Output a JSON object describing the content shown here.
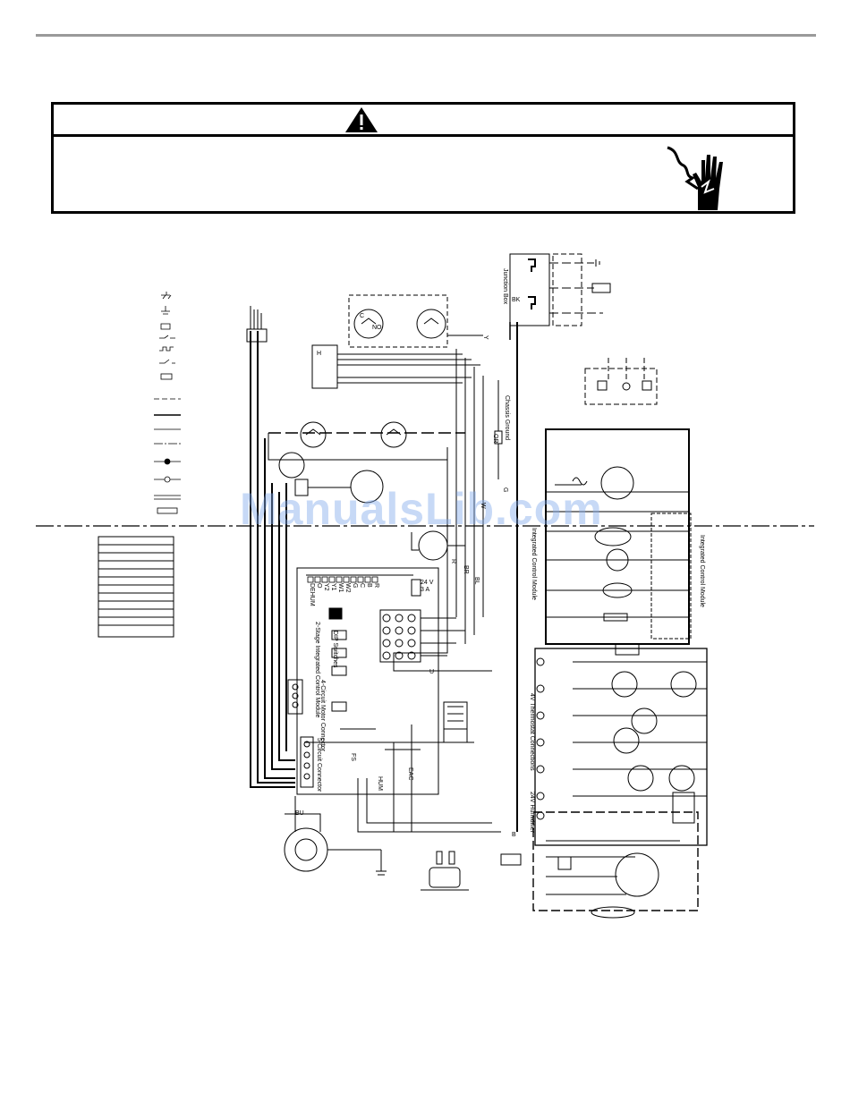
{
  "page": {
    "watermark": "ManualsLib.com"
  },
  "warning": {
    "icon": "warning-triangle-icon",
    "shock_icon": "electric-shock-hand-icon"
  },
  "labels": {
    "junction_box": "Junction Box",
    "bk": "BK",
    "chassis_ground": "Chassis Ground",
    "g": "G",
    "w": "W",
    "y": "Y",
    "r": "R",
    "br": "BR",
    "bl": "BL",
    "or": "OR",
    "c": "C",
    "no": "NO",
    "h": "H",
    "u": "U",
    "bu": "BU",
    "b": "B",
    "fs": "FS",
    "eac": "EAC",
    "hum": "HUM",
    "volt": "24 V",
    "amp": "3 A",
    "terminals": [
      "DEHUM",
      "O",
      "Y2",
      "Y1",
      "W1",
      "W2",
      "G",
      "C",
      "B",
      "R"
    ],
    "control_module": "2-Stage Integrated Control Module",
    "dip_switches": "DIP Switches",
    "motor_connector": "4-Circuit Motor Connector",
    "five_circuit": "5-Circuit Connector",
    "integrated_control_left": "Integrated Control Module",
    "integrated_control_right": "Integrated Control Module",
    "thermostat": "4V Thermostat Connections",
    "humidifier": "24V Humidifier"
  }
}
